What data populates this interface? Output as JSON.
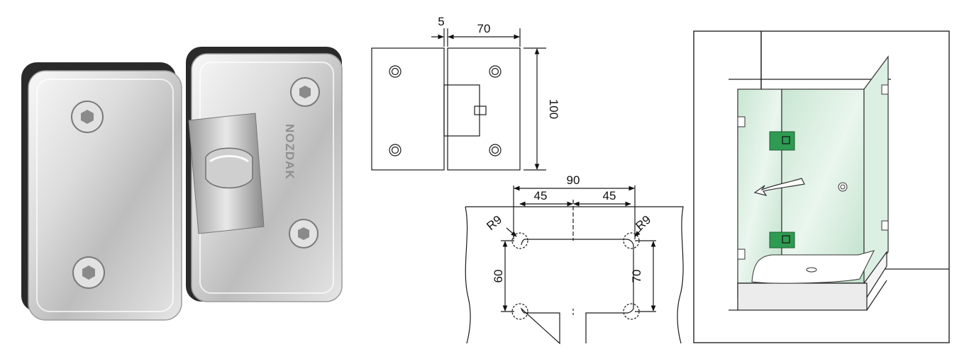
{
  "product": {
    "brand_label": "NOZDAK"
  },
  "top_view": {
    "gap_label": "5",
    "width_label": "70",
    "height_label": "100"
  },
  "cutout": {
    "total_label": "90",
    "left_half_label": "45",
    "right_half_label": "45",
    "left_radius_label": "R9",
    "right_radius_label": "R9",
    "left_height_label": "60",
    "right_height_label": "70"
  },
  "colors": {
    "glass": "#cfe8d8",
    "hinge_green": "#2e9b52",
    "line": "#1a1a1a",
    "chrome": "#d9d9d9"
  }
}
